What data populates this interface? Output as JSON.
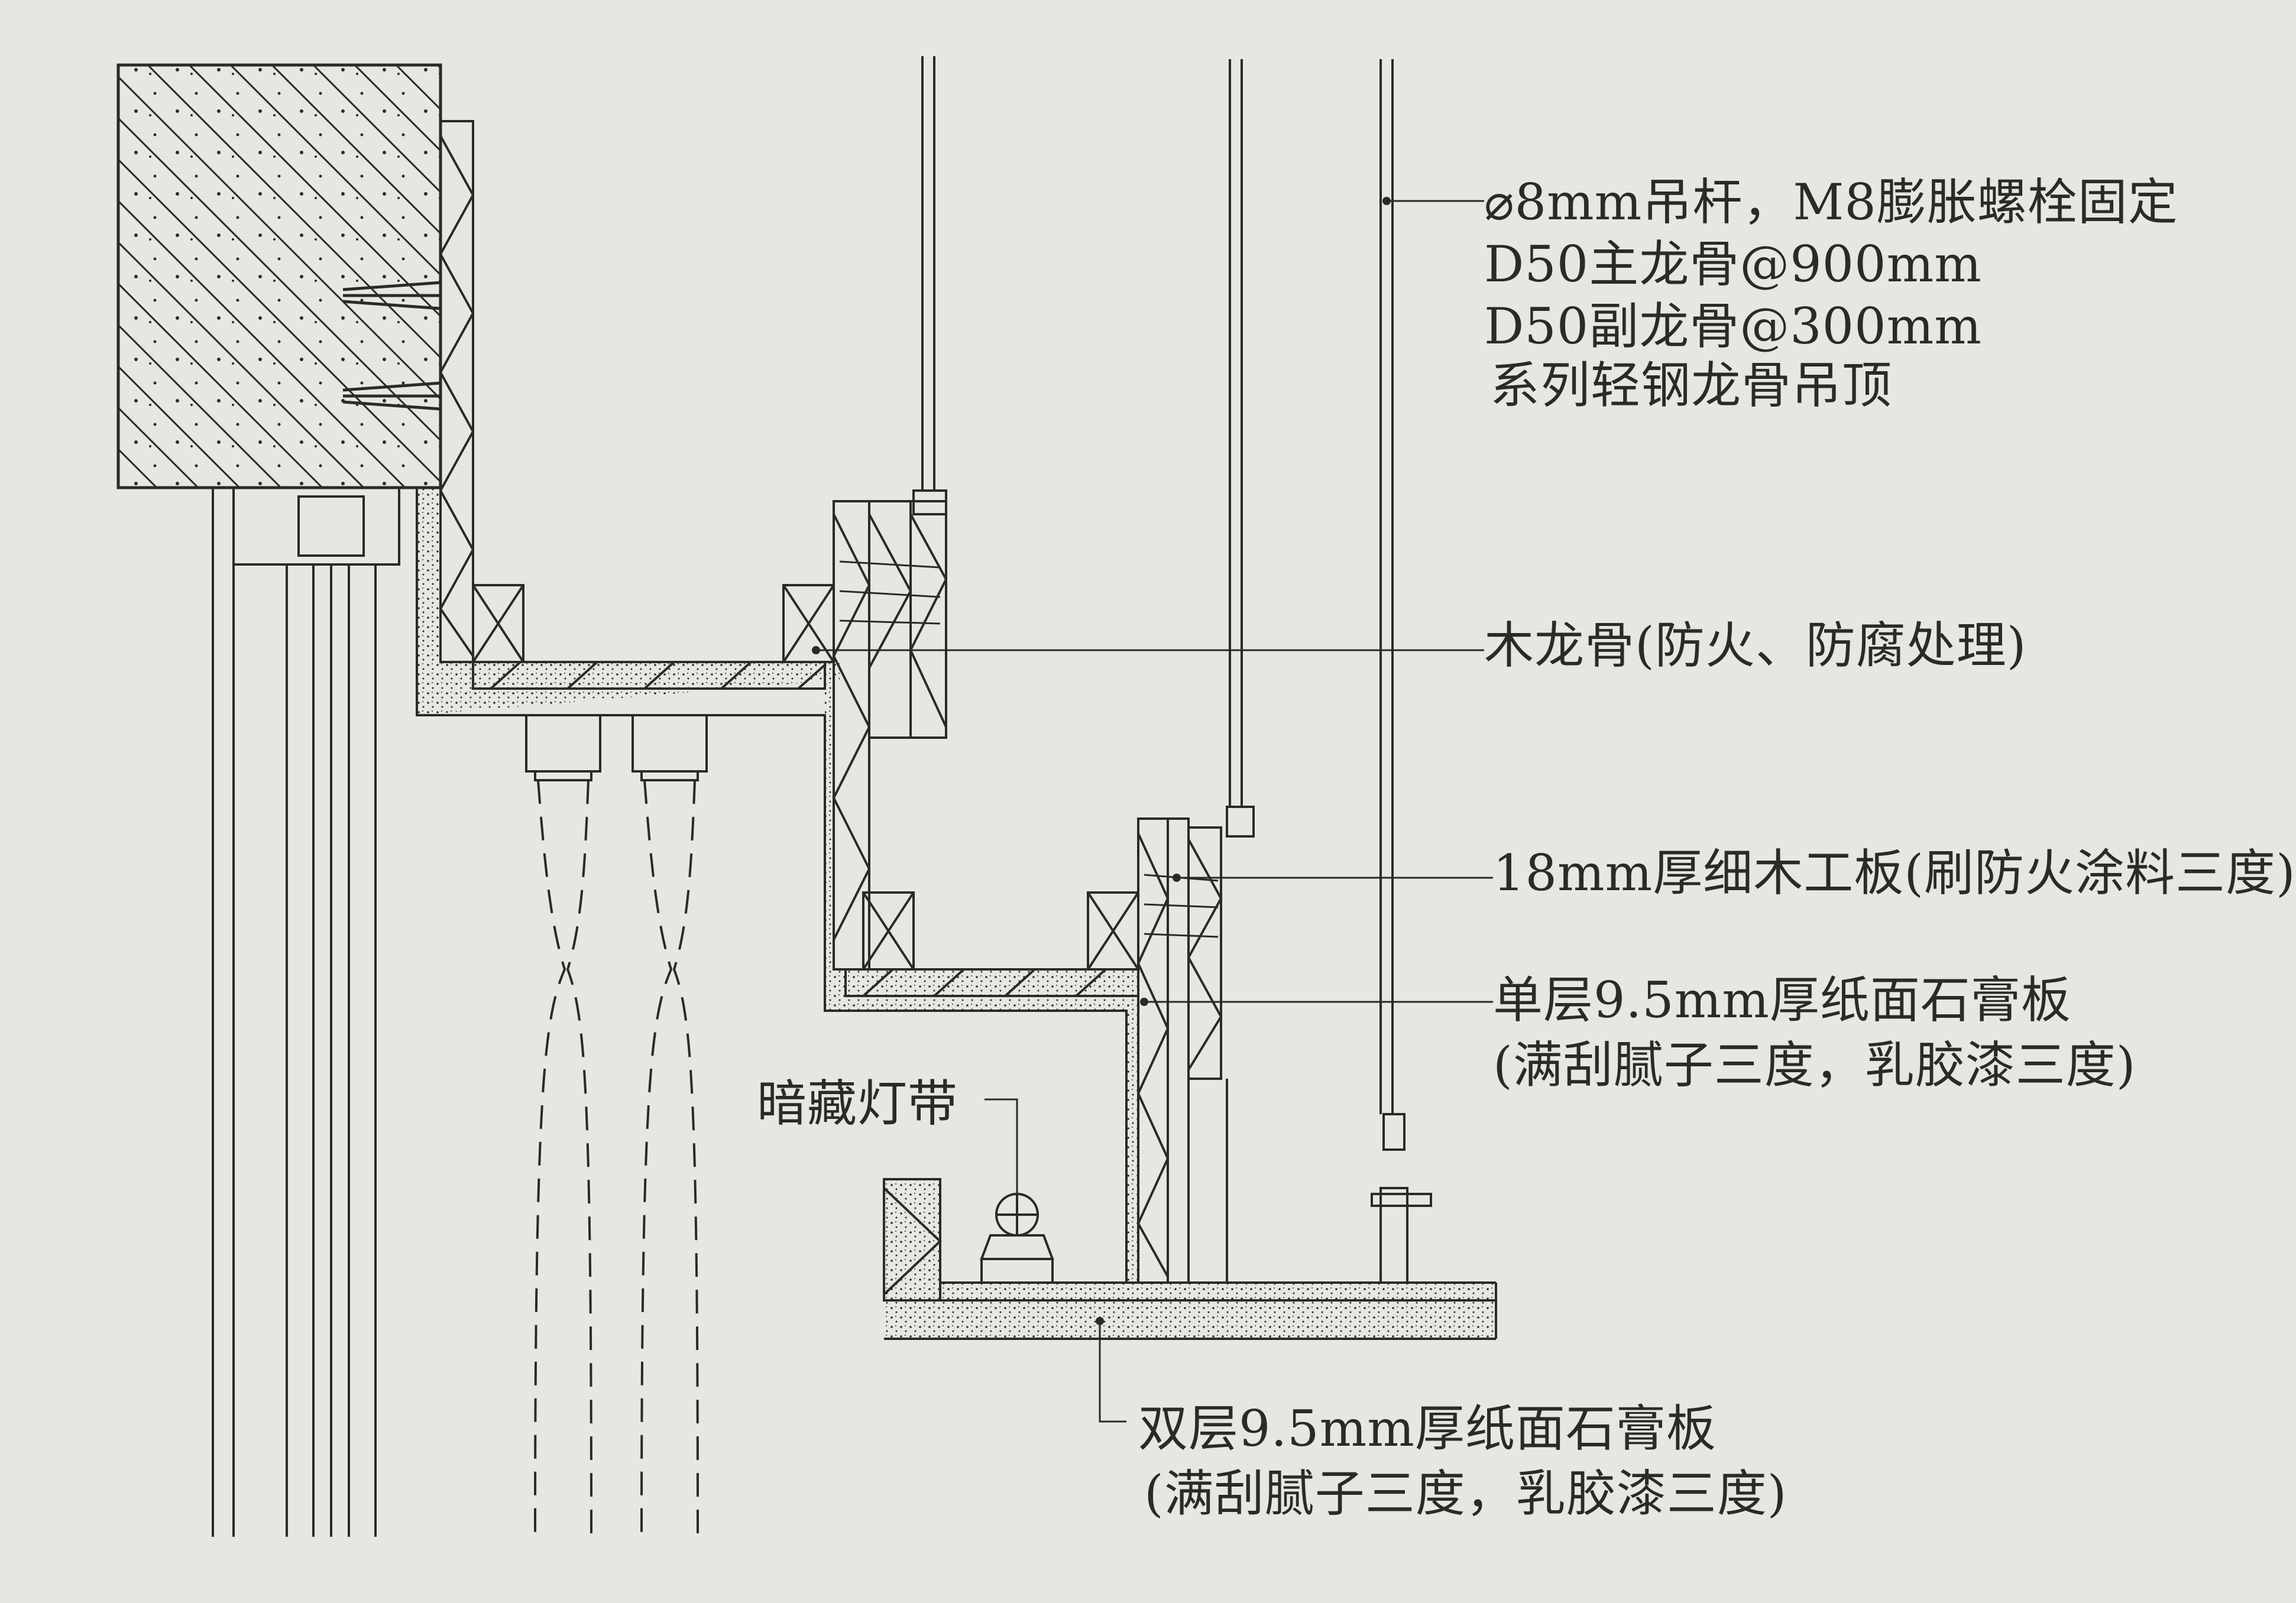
{
  "annotations": {
    "suspension": {
      "line1": "⌀8mm吊杆，M8膨胀螺栓固定",
      "line2": "D50主龙骨@900mm",
      "line3": "D50副龙骨@300mm",
      "line4": "系列轻钢龙骨吊顶"
    },
    "wood_keel": "木龙骨(防火、防腐处理)",
    "plywood": "18mm厚细木工板(刷防火涂料三度)",
    "single_board": {
      "line1": "单层9.5mm厚纸面石膏板",
      "line2": "(满刮腻子三度，乳胶漆三度)"
    },
    "light_strip": "暗藏灯带",
    "double_board": {
      "line1": "双层9.5mm厚纸面石膏板",
      "line2": "(满刮腻子三度，乳胶漆三度)"
    }
  },
  "colors": {
    "paper": "#e7e7e1",
    "ink": "#2a2a2a"
  }
}
